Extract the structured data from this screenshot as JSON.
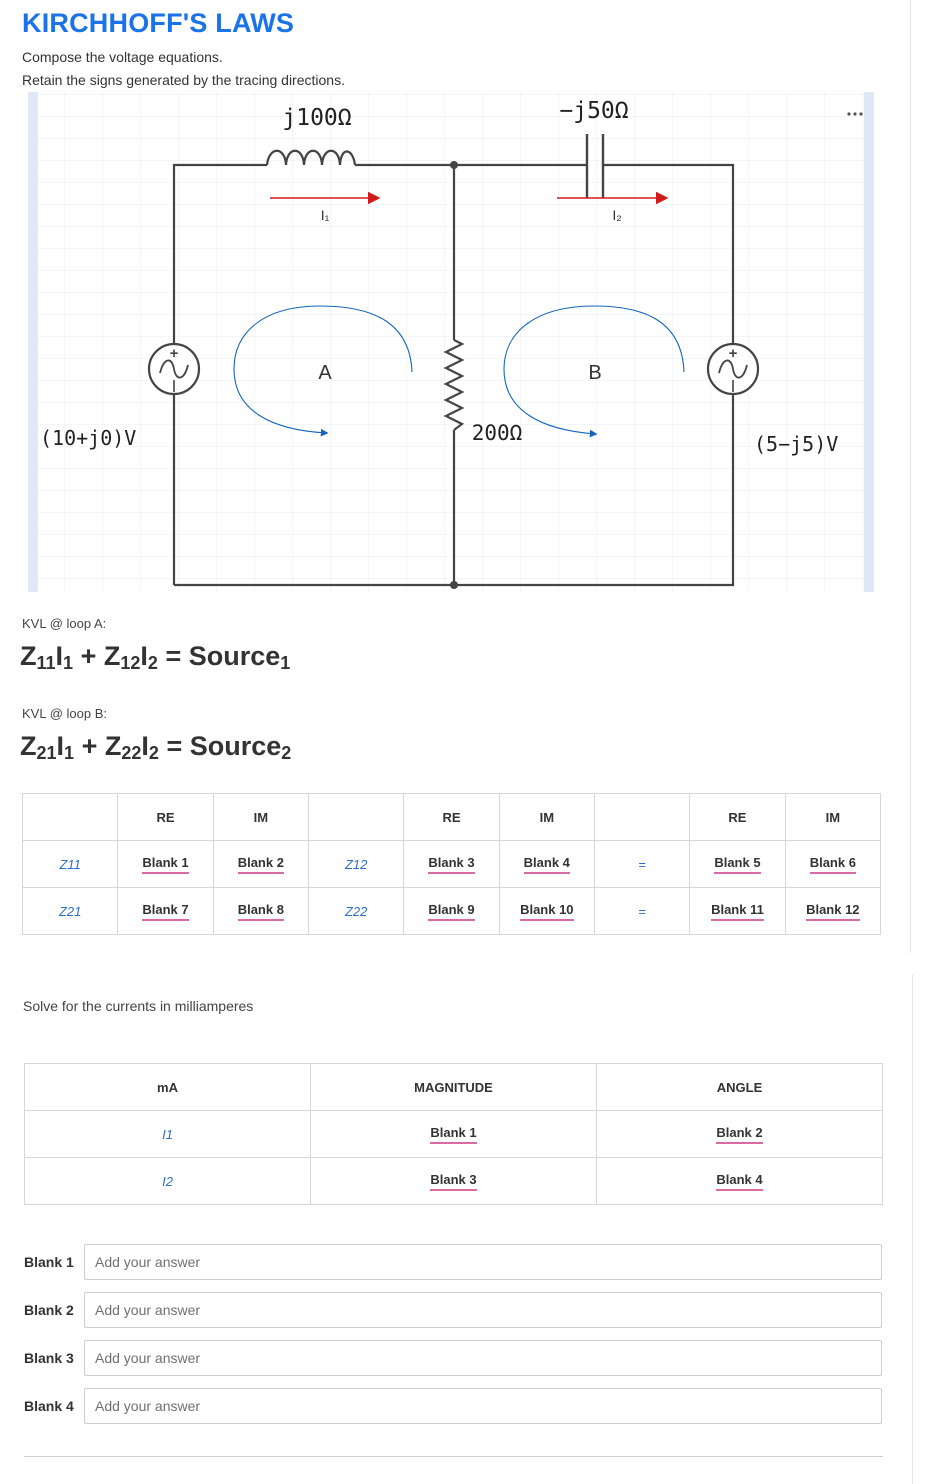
{
  "title": "KIRCHHOFF'S LAWS",
  "instructions": [
    "Compose the voltage equations.",
    "Retain the signs generated by the tracing directions."
  ],
  "circuit": {
    "inductor_label": "j100Ω",
    "capacitor_label": "−j50Ω",
    "resistor_label": "200Ω",
    "source_left_label": "(10+j0)V",
    "source_right_label": "(5−j5)V",
    "current1_label": "I₁",
    "current2_label": "I₂",
    "loop_a_label": "A",
    "loop_b_label": "B",
    "more_icon": "more-icon",
    "colors": {
      "wire": "#444444",
      "current_arrow": "#d11b1b",
      "loop_arrow": "#1565c0",
      "grid": "#e7ebf0"
    }
  },
  "kvl_a": {
    "label": "KVL @ loop A:",
    "Z1": "Z",
    "Z1sub": "11",
    "I1": "I",
    "I1sub": "1",
    "plus": "+",
    "Z2": "Z",
    "Z2sub": "12",
    "I2": "I",
    "I2sub": "2",
    "eq": "=",
    "S": "Source",
    "Ssub": "1"
  },
  "kvl_b": {
    "label": "KVL @ loop B:",
    "Z1": "Z",
    "Z1sub": "21",
    "I1": "I",
    "I1sub": "1",
    "plus": "+",
    "Z2": "Z",
    "Z2sub": "22",
    "I2": "I",
    "I2sub": "2",
    "eq": "=",
    "S": "Source",
    "Ssub": "2"
  },
  "table1": {
    "headers": [
      "",
      "RE",
      "IM",
      "",
      "RE",
      "IM",
      "",
      "RE",
      "IM"
    ],
    "rows": [
      [
        "Z11",
        "Blank 1",
        "Blank 2",
        "Z12",
        "Blank 3",
        "Blank 4",
        "=",
        "Blank 5",
        "Blank 6"
      ],
      [
        "Z21",
        "Blank 7",
        "Blank 8",
        "Z22",
        "Blank 9",
        "Blank 10",
        "=",
        "Blank 11",
        "Blank 12"
      ]
    ]
  },
  "solve_text": "Solve for the currents in milliamperes",
  "table2": {
    "headers": [
      "mA",
      "MAGNITUDE",
      "ANGLE"
    ],
    "rows": [
      [
        "I1",
        "Blank 1",
        "Blank 2"
      ],
      [
        "I2",
        "Blank 3",
        "Blank 4"
      ]
    ]
  },
  "answers": [
    {
      "label": "Blank 1",
      "placeholder": "Add your answer"
    },
    {
      "label": "Blank 2",
      "placeholder": "Add your answer"
    },
    {
      "label": "Blank 3",
      "placeholder": "Add your answer"
    },
    {
      "label": "Blank 4",
      "placeholder": "Add your answer"
    }
  ]
}
